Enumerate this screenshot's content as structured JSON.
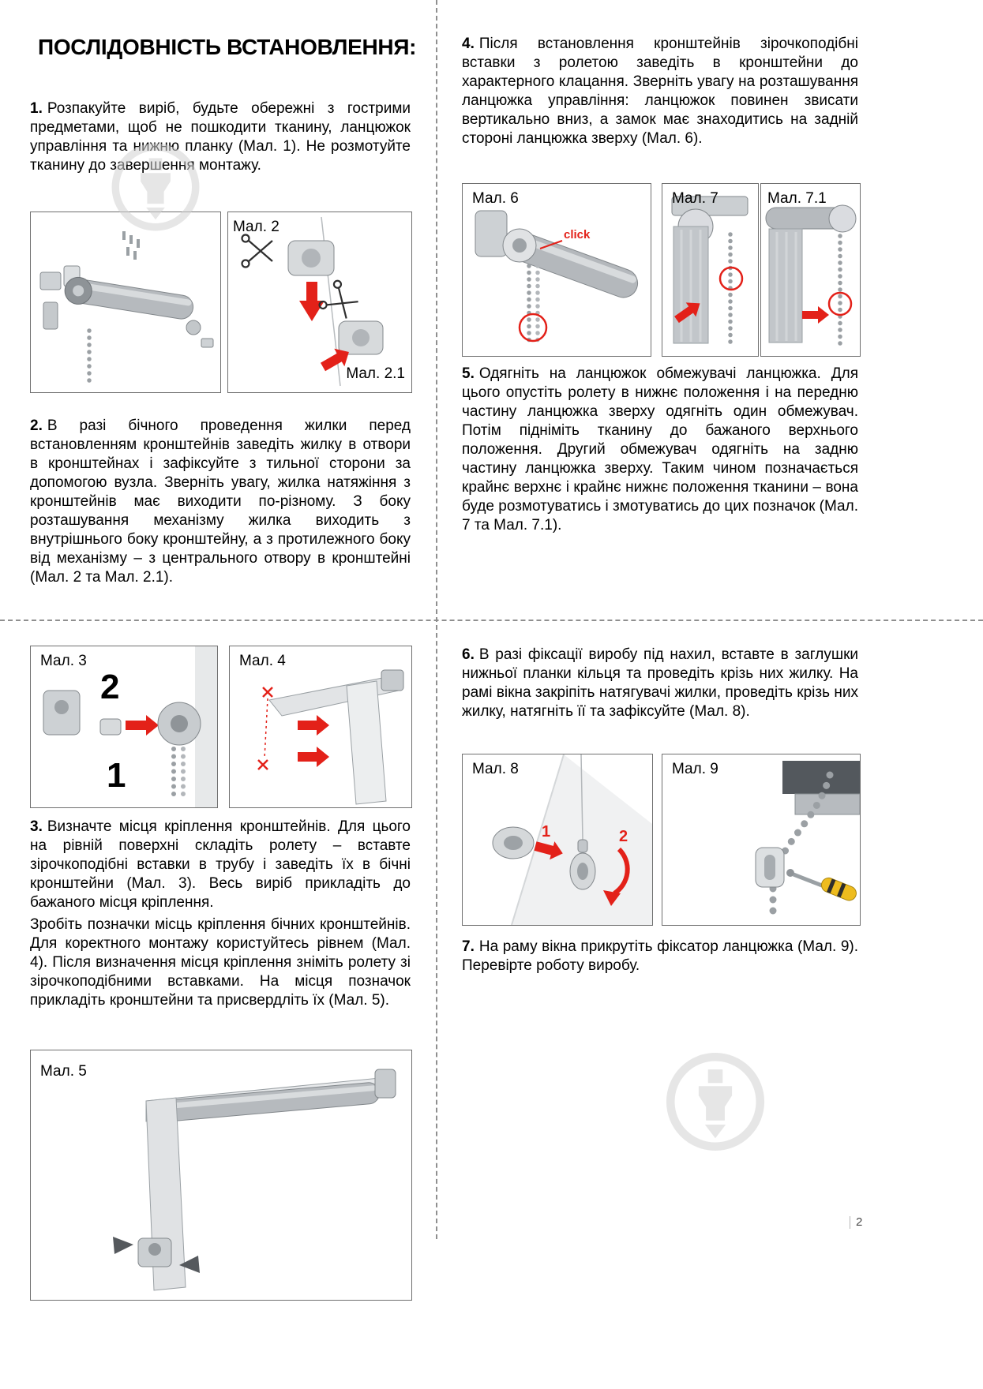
{
  "title": "ПОСЛІДОВНІСТЬ ВСТАНОВЛЕННЯ:",
  "page": {
    "number": "2"
  },
  "steps": {
    "s1": {
      "num": "1.",
      "text": "Розпакуйте виріб, будьте обережні з гострими предметами, щоб не пошкодити тканину, ланцюжок управління та нижню планку (Мал. 1). Не розмотуйте тканину до завершення монтажу."
    },
    "s2": {
      "num": "2.",
      "text": "В разі бічного проведення жилки перед встановленням кронштейнів заведіть жилку в отвори в кронштейнах і зафіксуйте з тильної сторони за допомогою вузла. Зверніть увагу, жилка натяжіння з кронштейнів має виходити по-різному. З боку розташування механізму жилка виходить з внутрішнього боку кронштейну, а з протилежного боку від механізму – з центрального отвору в кронштейні (Мал. 2 та Мал. 2.1)."
    },
    "s3": {
      "num": "3.",
      "text": "Визначте місця кріплення кронштейнів. Для цього на рівній поверхні складіть ролету – вставте зірочкоподібні вставки в трубу і заведіть їх в бічні кронштейни (Мал. 3). Весь виріб прикладіть до бажаного місця кріплення.",
      "text2": "Зробіть позначки місць кріплення бічних кронштейнів. Для коректного монтажу користуйтесь рівнем (Мал. 4). Після визначення місця кріплення зніміть ролету зі зірочкоподібними вставками. На місця позначок прикладіть кронштейни та присвердліть їх (Мал. 5)."
    },
    "s4": {
      "num": "4.",
      "text": "Після встановлення кронштейнів зірочкоподібні вставки з ролетою заведіть в кронштейни до характерного клацання. Зверніть увагу на розташування ланцюжка управління: ланцюжок повинен звисати вертикально вниз, а замок має знаходитись на задній стороні ланцюжка зверху (Мал. 6)."
    },
    "s5": {
      "num": "5.",
      "text": "Одягніть на ланцюжок обмежувачі ланцюжка. Для цього опустіть ролету в нижнє положення і на передню частину ланцюжка зверху одягніть один обмежувач. Потім підніміть тканину до бажаного верхнього положення. Другий обмежувач одягніть на задню частину ланцюжка зверху. Таким чином позначається крайнє верхнє і крайнє нижнє положення тканини – вона буде розмотуватись і змотуватись до цих позначок (Мал. 7 та Мал. 7.1)."
    },
    "s6": {
      "num": "6.",
      "text": "В разі фіксації виробу під нахил, вставте в заглушки нижньої планки кільця та проведіть крізь них жилку. На рамі вікна закріпіть натягувачі жилки, проведіть крізь них жилку, натягніть її та зафіксуйте (Мал. 8)."
    },
    "s7": {
      "num": "7.",
      "text": "На раму вікна прикрутіть фіксатор ланцюжка (Мал. 9). Перевірте роботу виробу."
    }
  },
  "figures": {
    "fig2": "Мал. 2",
    "fig2_1": "Мал. 2.1",
    "fig3": "Мал. 3",
    "fig4": "Мал. 4",
    "fig5": "Мал. 5",
    "fig6": "Мал. 6",
    "fig7": "Мал. 7",
    "fig7_1": "Мал. 7.1",
    "fig8": "Мал. 8",
    "fig9": "Мал. 9"
  },
  "annotations": {
    "click": "click",
    "fig3_step2": "2",
    "fig3_step1": "1",
    "fig8_step1": "1",
    "fig8_step2": "2"
  },
  "colors": {
    "accent_red": "#e32119",
    "watermark_gray": "#d2d2d2"
  }
}
